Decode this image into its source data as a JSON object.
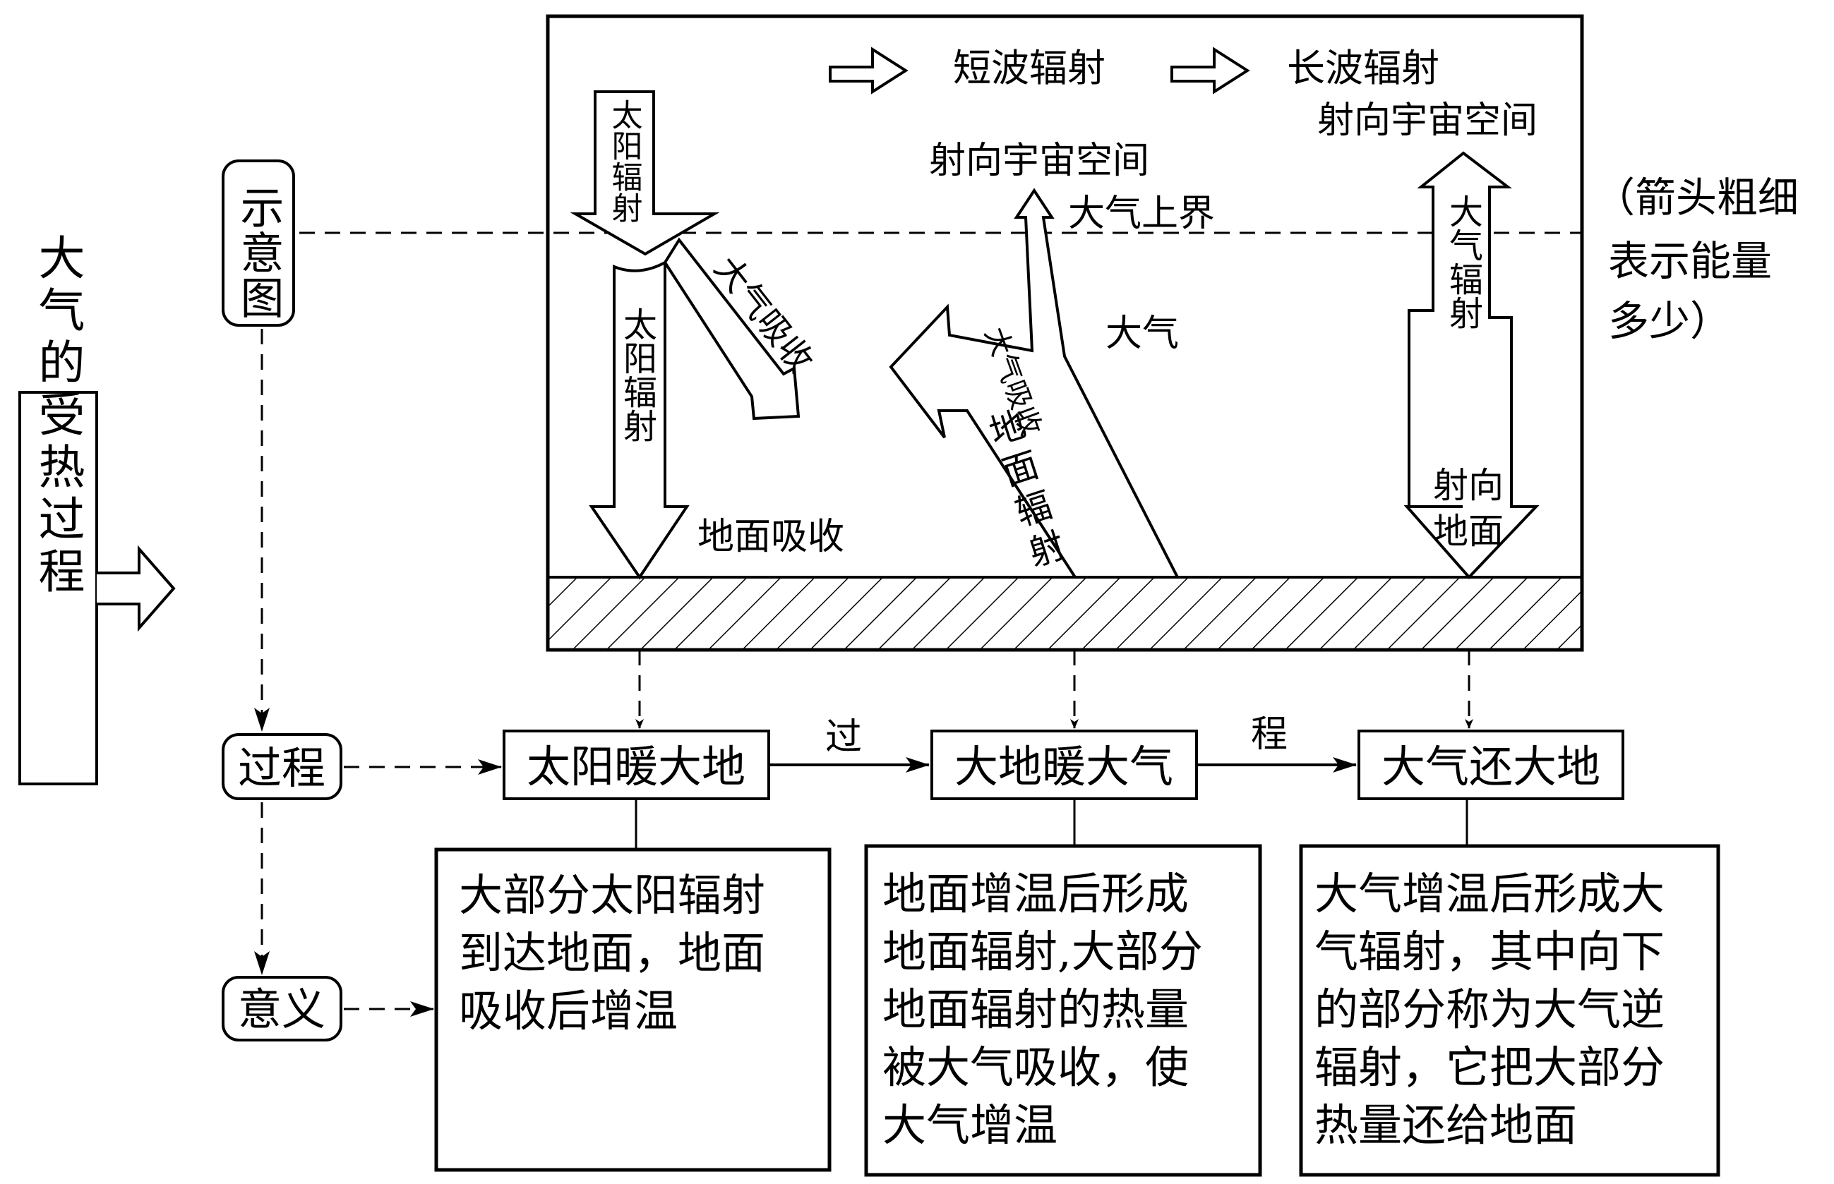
{
  "title": "大气的受热过程",
  "labels": {
    "schematic": "示意图",
    "process": "过程",
    "significance": "意义",
    "process_caption_1": "过",
    "process_caption_2": "程"
  },
  "legend": {
    "short_wave": "短波辐射",
    "long_wave": "长波辐射"
  },
  "note": [
    "（箭头粗细",
    "表示能量",
    "多少）"
  ],
  "diagram": {
    "solar_radiation_top": "太阳辐射",
    "atmo_absorb_1": "大气吸收",
    "solar_radiation_down": "太阳辐射",
    "ground_absorb": "地面吸收",
    "to_space_1": "射向宇宙空间",
    "atmo_top_boundary": "大气上界",
    "atmosphere": "大气",
    "atmo_absorb_2": "大气吸收",
    "ground_radiation": "地面辐射",
    "to_space_2": "射向宇宙空间",
    "atmo_radiation": "大气辐射",
    "to_ground": [
      "射向",
      "地面"
    ]
  },
  "stages": [
    {
      "name": "太阳暖大地",
      "description": [
        "大部分太阳辐射",
        "到达地面，地面",
        "吸收后增温"
      ]
    },
    {
      "name": "大地暖大气",
      "description": [
        "地面增温后形成",
        "地面辐射,大部分",
        "地面辐射的热量",
        "被大气吸收，使",
        "大气增温"
      ]
    },
    {
      "name": "大气还大地",
      "description": [
        "大气增温后形成大",
        "气辐射，其中向下",
        "的部分称为大气逆",
        "辐射，它把大部分",
        "热量还给地面"
      ]
    }
  ]
}
